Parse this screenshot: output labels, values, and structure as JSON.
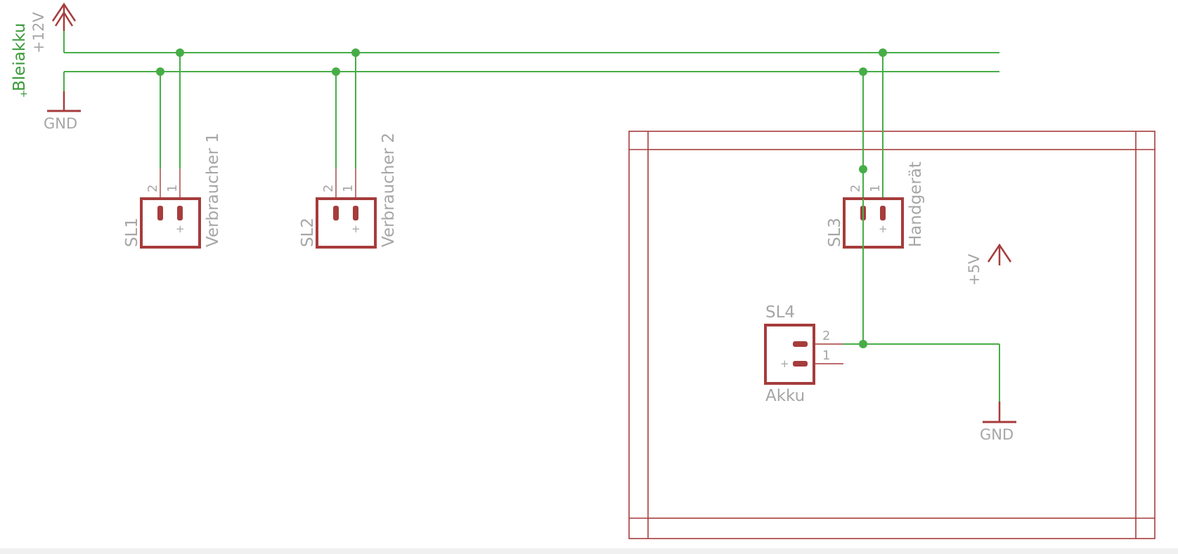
{
  "schematic": {
    "supply": {
      "battery_label": "Bleiakku",
      "plus_mark": "+",
      "v12_label": "+12V",
      "gnd_label": "GND"
    },
    "connectors": [
      {
        "ref": "SL1",
        "value": "Verbraucher 1",
        "pin2": "2",
        "pin1": "1",
        "plus": "+"
      },
      {
        "ref": "SL2",
        "value": "Verbraucher 2",
        "pin2": "2",
        "pin1": "1",
        "plus": "+"
      },
      {
        "ref": "SL3",
        "value": "Handgerät",
        "pin2": "2",
        "pin1": "1",
        "plus": "+"
      },
      {
        "ref": "SL4",
        "value": "Akku",
        "pin2": "2",
        "pin1": "1",
        "plus": "+"
      }
    ],
    "v5_label": "+5V",
    "gnd2_label": "GND"
  },
  "colors": {
    "wire": "#47ad47",
    "symbol": "#a63c3c",
    "label": "#a6a6a6",
    "net_label": "#3a9a3a"
  }
}
